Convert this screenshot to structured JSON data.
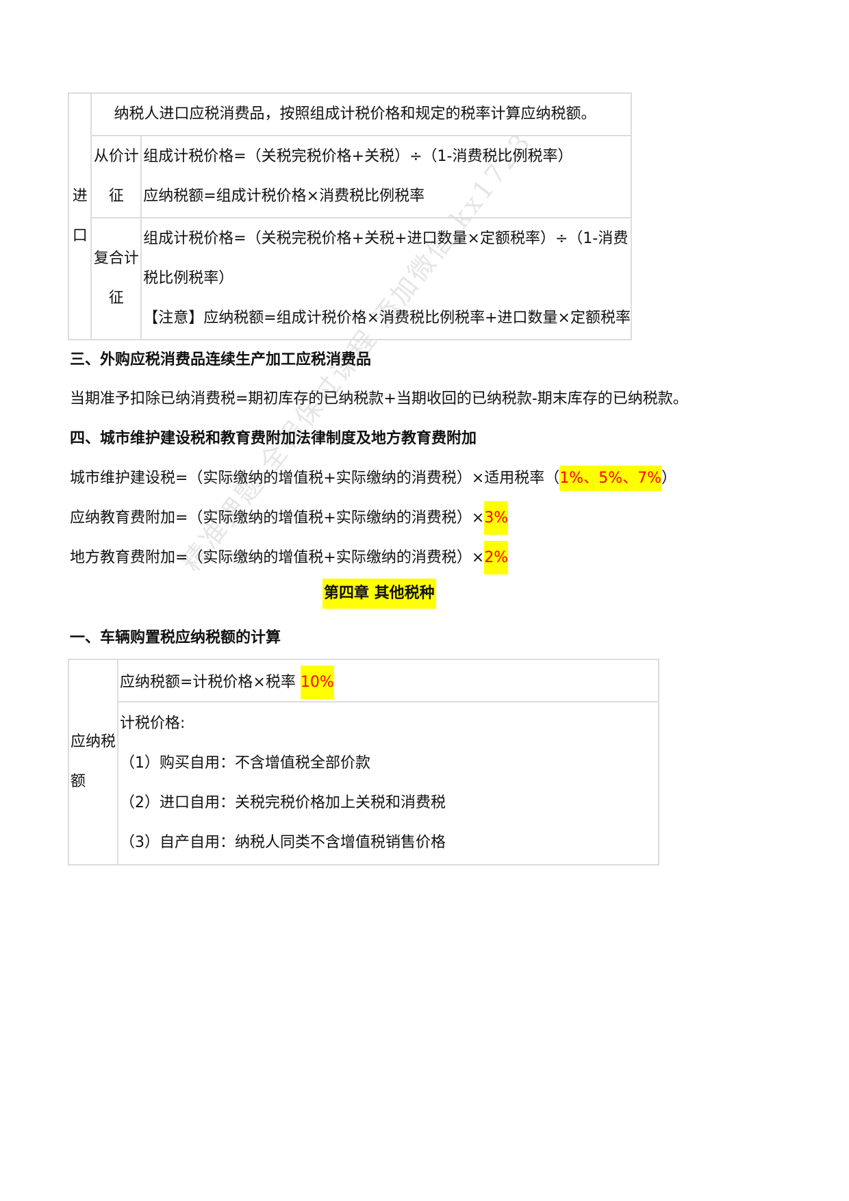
{
  "import_table": {
    "row_header": [
      "进",
      "口"
    ],
    "intro": "纳税人进口应税消费品，按照组成计税价格和规定的税率计算应纳税额。",
    "ad_valorem": {
      "label": [
        "从价计",
        "征"
      ],
      "lines": [
        "组成计税价格=（关税完税价格+关税）÷（1-消费税比例税率）",
        "应纳税额=组成计税价格×消费税比例税率"
      ]
    },
    "compound": {
      "label": [
        "复合计",
        "征"
      ],
      "lines": [
        "组成计税价格=（关税完税价格+关税+进口数量×定额税率）÷（1-消费",
        "税比例税率）",
        "【注意】应纳税额=组成计税价格×消费税比例税率+进口数量×定额税率"
      ]
    }
  },
  "section3": {
    "heading": "三、外购应税消费品连续生产加工应税消费品",
    "formula": "当期准予扣除已纳消费税=期初库存的已纳税款+当期收回的已纳税款-期末库存的已纳税款。"
  },
  "section4": {
    "heading": "四、城市维护建设税和教育费附加法律制度及地方教育费附加",
    "urban_tax": {
      "text": "城市维护建设税=（实际缴纳的增值税+实际缴纳的消费税）×适用税率（",
      "rates": "1%、5%、7%",
      "suffix": "）"
    },
    "education_surcharge": {
      "text": "应纳教育费附加=（实际缴纳的增值税+实际缴纳的消费税）×",
      "rate": "3%"
    },
    "local_education_surcharge": {
      "text": "地方教育费附加=（实际缴纳的增值税+实际缴纳的消费税）×",
      "rate": "2%"
    }
  },
  "chapter": {
    "title": "第四章  其他税种"
  },
  "vehicle_section": {
    "heading": "一、车辆购置税应纳税额的计算",
    "row_header": [
      "应纳税",
      "额"
    ],
    "formula": "应纳税额=计税价格×税率 ",
    "rate": "10%",
    "price_label": "计税价格:",
    "items": [
      "（1）购买自用：不含增值税全部价款",
      "（2）进口自用：关税完税价格加上关税和消费税",
      "（3）自产自用：纳税人同类不含增值税销售价格"
    ]
  },
  "watermark": "精准押题 全程保过课程 添加微信 kx1723",
  "colors": {
    "highlight": "#ffff00",
    "highlight_text": "#ff0000",
    "table_border": "#dcdcdc"
  }
}
